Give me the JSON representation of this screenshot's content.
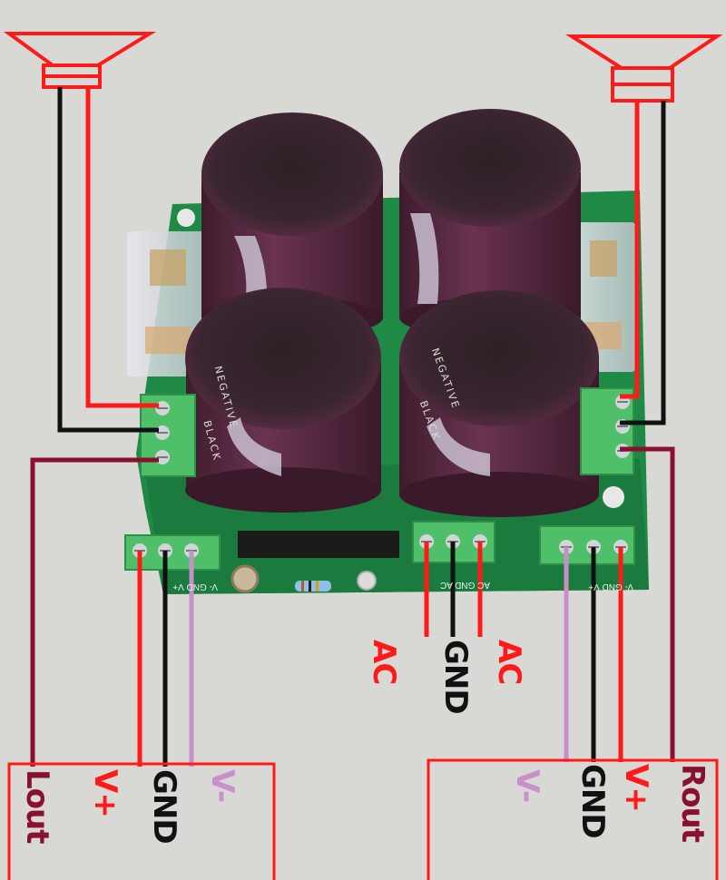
{
  "colors": {
    "background": "#d8d8d4",
    "pcb": "#1f8a45",
    "capacitor": "#4e2438",
    "wire_red": "#ff1a1a",
    "wire_black": "#111111",
    "wire_purple": "#c890c8",
    "wire_maroon": "#8a1030",
    "terminal": "#4fbf6a"
  },
  "labels": {
    "lout": "Lout",
    "left_vplus": "V+",
    "left_gnd": "GND",
    "left_vminus": "V-",
    "ac_left": "AC",
    "ac_gnd": "GND",
    "ac_right": "AC",
    "right_vminus": "V-",
    "right_gnd": "GND",
    "right_vplus": "V+",
    "rout": "Rout"
  },
  "pcb_labels": {
    "left_header": "V- GND V+",
    "center_header": "AC GND AC",
    "right_header": "V- GND V+"
  },
  "capacitor_text": {
    "line1": "NEGATIVE",
    "line2": "BLACK"
  },
  "icons": [
    "left-speaker-icon",
    "right-speaker-icon"
  ]
}
